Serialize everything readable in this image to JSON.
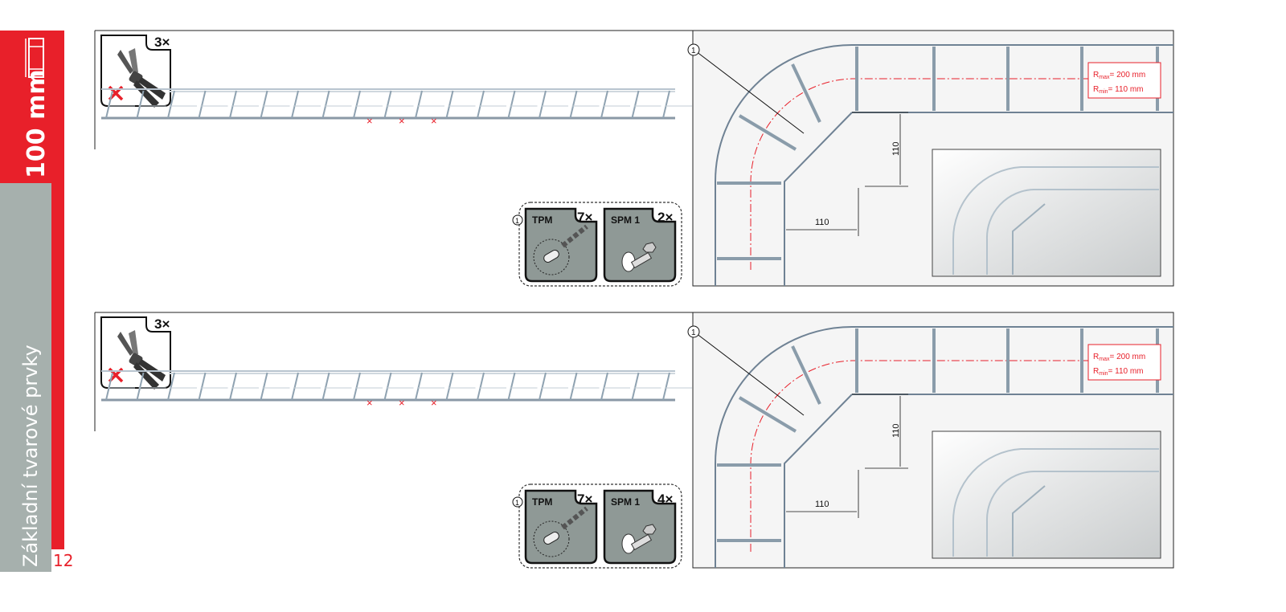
{
  "sidebar": {
    "size_label": "100 mm",
    "section_label": "Základní tvarové prvky",
    "page_number": "12"
  },
  "steps": [
    {
      "cut_count": "3×",
      "callout": "1",
      "parts": [
        {
          "callout": "1",
          "name": "TPM",
          "qty": "7×"
        },
        {
          "name": "SPM 1",
          "qty": "2×"
        }
      ],
      "dim_vertical": "110",
      "dim_horizontal": "110",
      "rmax": "R",
      "rmax_sub": "max",
      "rmax_val": "= 200 mm",
      "rmin": "R",
      "rmin_sub": "min",
      "rmin_val": "= 110 mm"
    },
    {
      "cut_count": "3×",
      "callout": "1",
      "parts": [
        {
          "callout": "1",
          "name": "TPM",
          "qty": "7×"
        },
        {
          "name": "SPM 1",
          "qty": "4×"
        }
      ],
      "dim_vertical": "110",
      "dim_horizontal": "110",
      "rmax": "R",
      "rmax_sub": "max",
      "rmax_val": "= 200 mm",
      "rmin": "R",
      "rmin_sub": "min",
      "rmin_val": "= 110 mm"
    }
  ],
  "colors": {
    "accent": "#e8202a",
    "sidebar_gray": "#a6b0ad",
    "part_bg": "#8f9996"
  }
}
